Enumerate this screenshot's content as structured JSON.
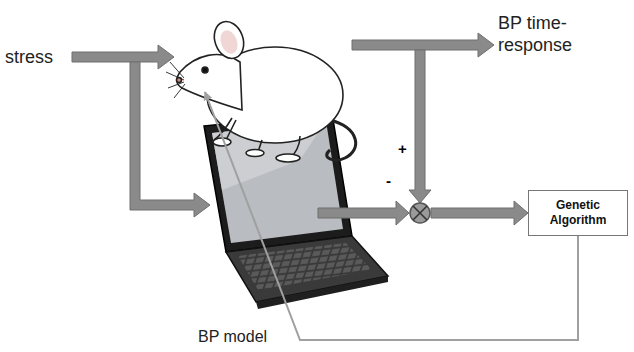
{
  "diagram": {
    "nodes": [
      {
        "text": [
          "BP model"
        ]
      },
      {
        "text": [
          "Genetic Algorithm"
        ]
      }
    ],
    "edges": [
      {
        "from": 1,
        "to": 0,
        "arrow": "to"
      }
    ],
    "labels": [
      "stress",
      "BP time-response",
      "+",
      "-"
    ]
  }
}
